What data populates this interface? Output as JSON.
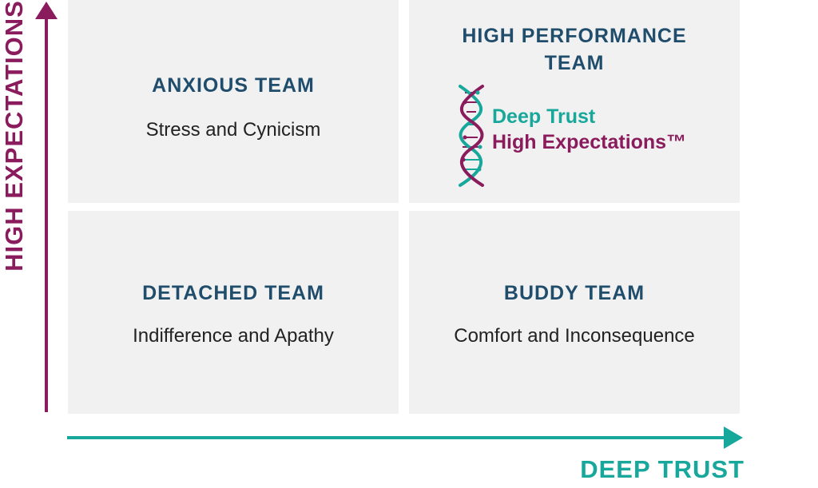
{
  "axes": {
    "y_label": "HIGH EXPECTATIONS",
    "x_label": "DEEP TRUST",
    "y_color": "#8a1b5c",
    "x_color": "#17a79b"
  },
  "quadrants": {
    "anxious": {
      "title": "ANXIOUS TEAM",
      "description": "Stress and Cynicism"
    },
    "high_performance": {
      "title_line1": "HIGH PERFORMANCE",
      "title_line2": "TEAM",
      "brand": {
        "icon": "dna-helix-icon",
        "line1": "Deep Trust",
        "line2": "High Expectations™"
      }
    },
    "detached": {
      "title": "DETACHED TEAM",
      "description": "Indifference and Apathy"
    },
    "buddy": {
      "title": "BUDDY TEAM",
      "description": "Comfort and Inconsequence"
    }
  },
  "colors": {
    "title": "#1f4d6b",
    "quadrant_bg": "#f1f1f1",
    "brand_teal": "#17a79b",
    "brand_plum": "#8a1b5c"
  }
}
